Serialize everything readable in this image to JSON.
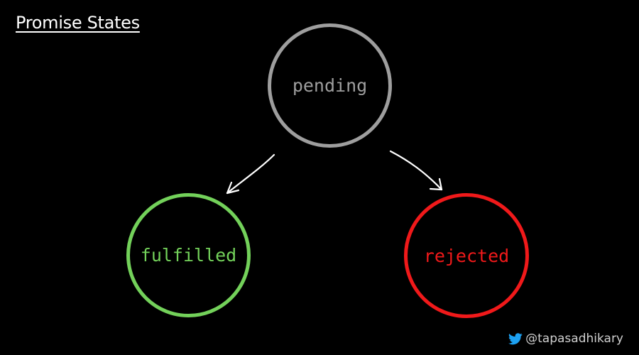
{
  "title": "Promise States",
  "nodes": {
    "pending": {
      "label": "pending",
      "color": "#9e9e9e"
    },
    "fulfilled": {
      "label": "fulfilled",
      "color": "#73d15a"
    },
    "rejected": {
      "label": "rejected",
      "color": "#f0191a"
    }
  },
  "edges": [
    {
      "from": "pending",
      "to": "fulfilled"
    },
    {
      "from": "pending",
      "to": "rejected"
    }
  ],
  "credit": {
    "icon": "twitter-bird-icon",
    "handle": "@tapasadhikary",
    "icon_color": "#1da1f2"
  },
  "arrow_color": "#ffffff",
  "background": "#000000"
}
